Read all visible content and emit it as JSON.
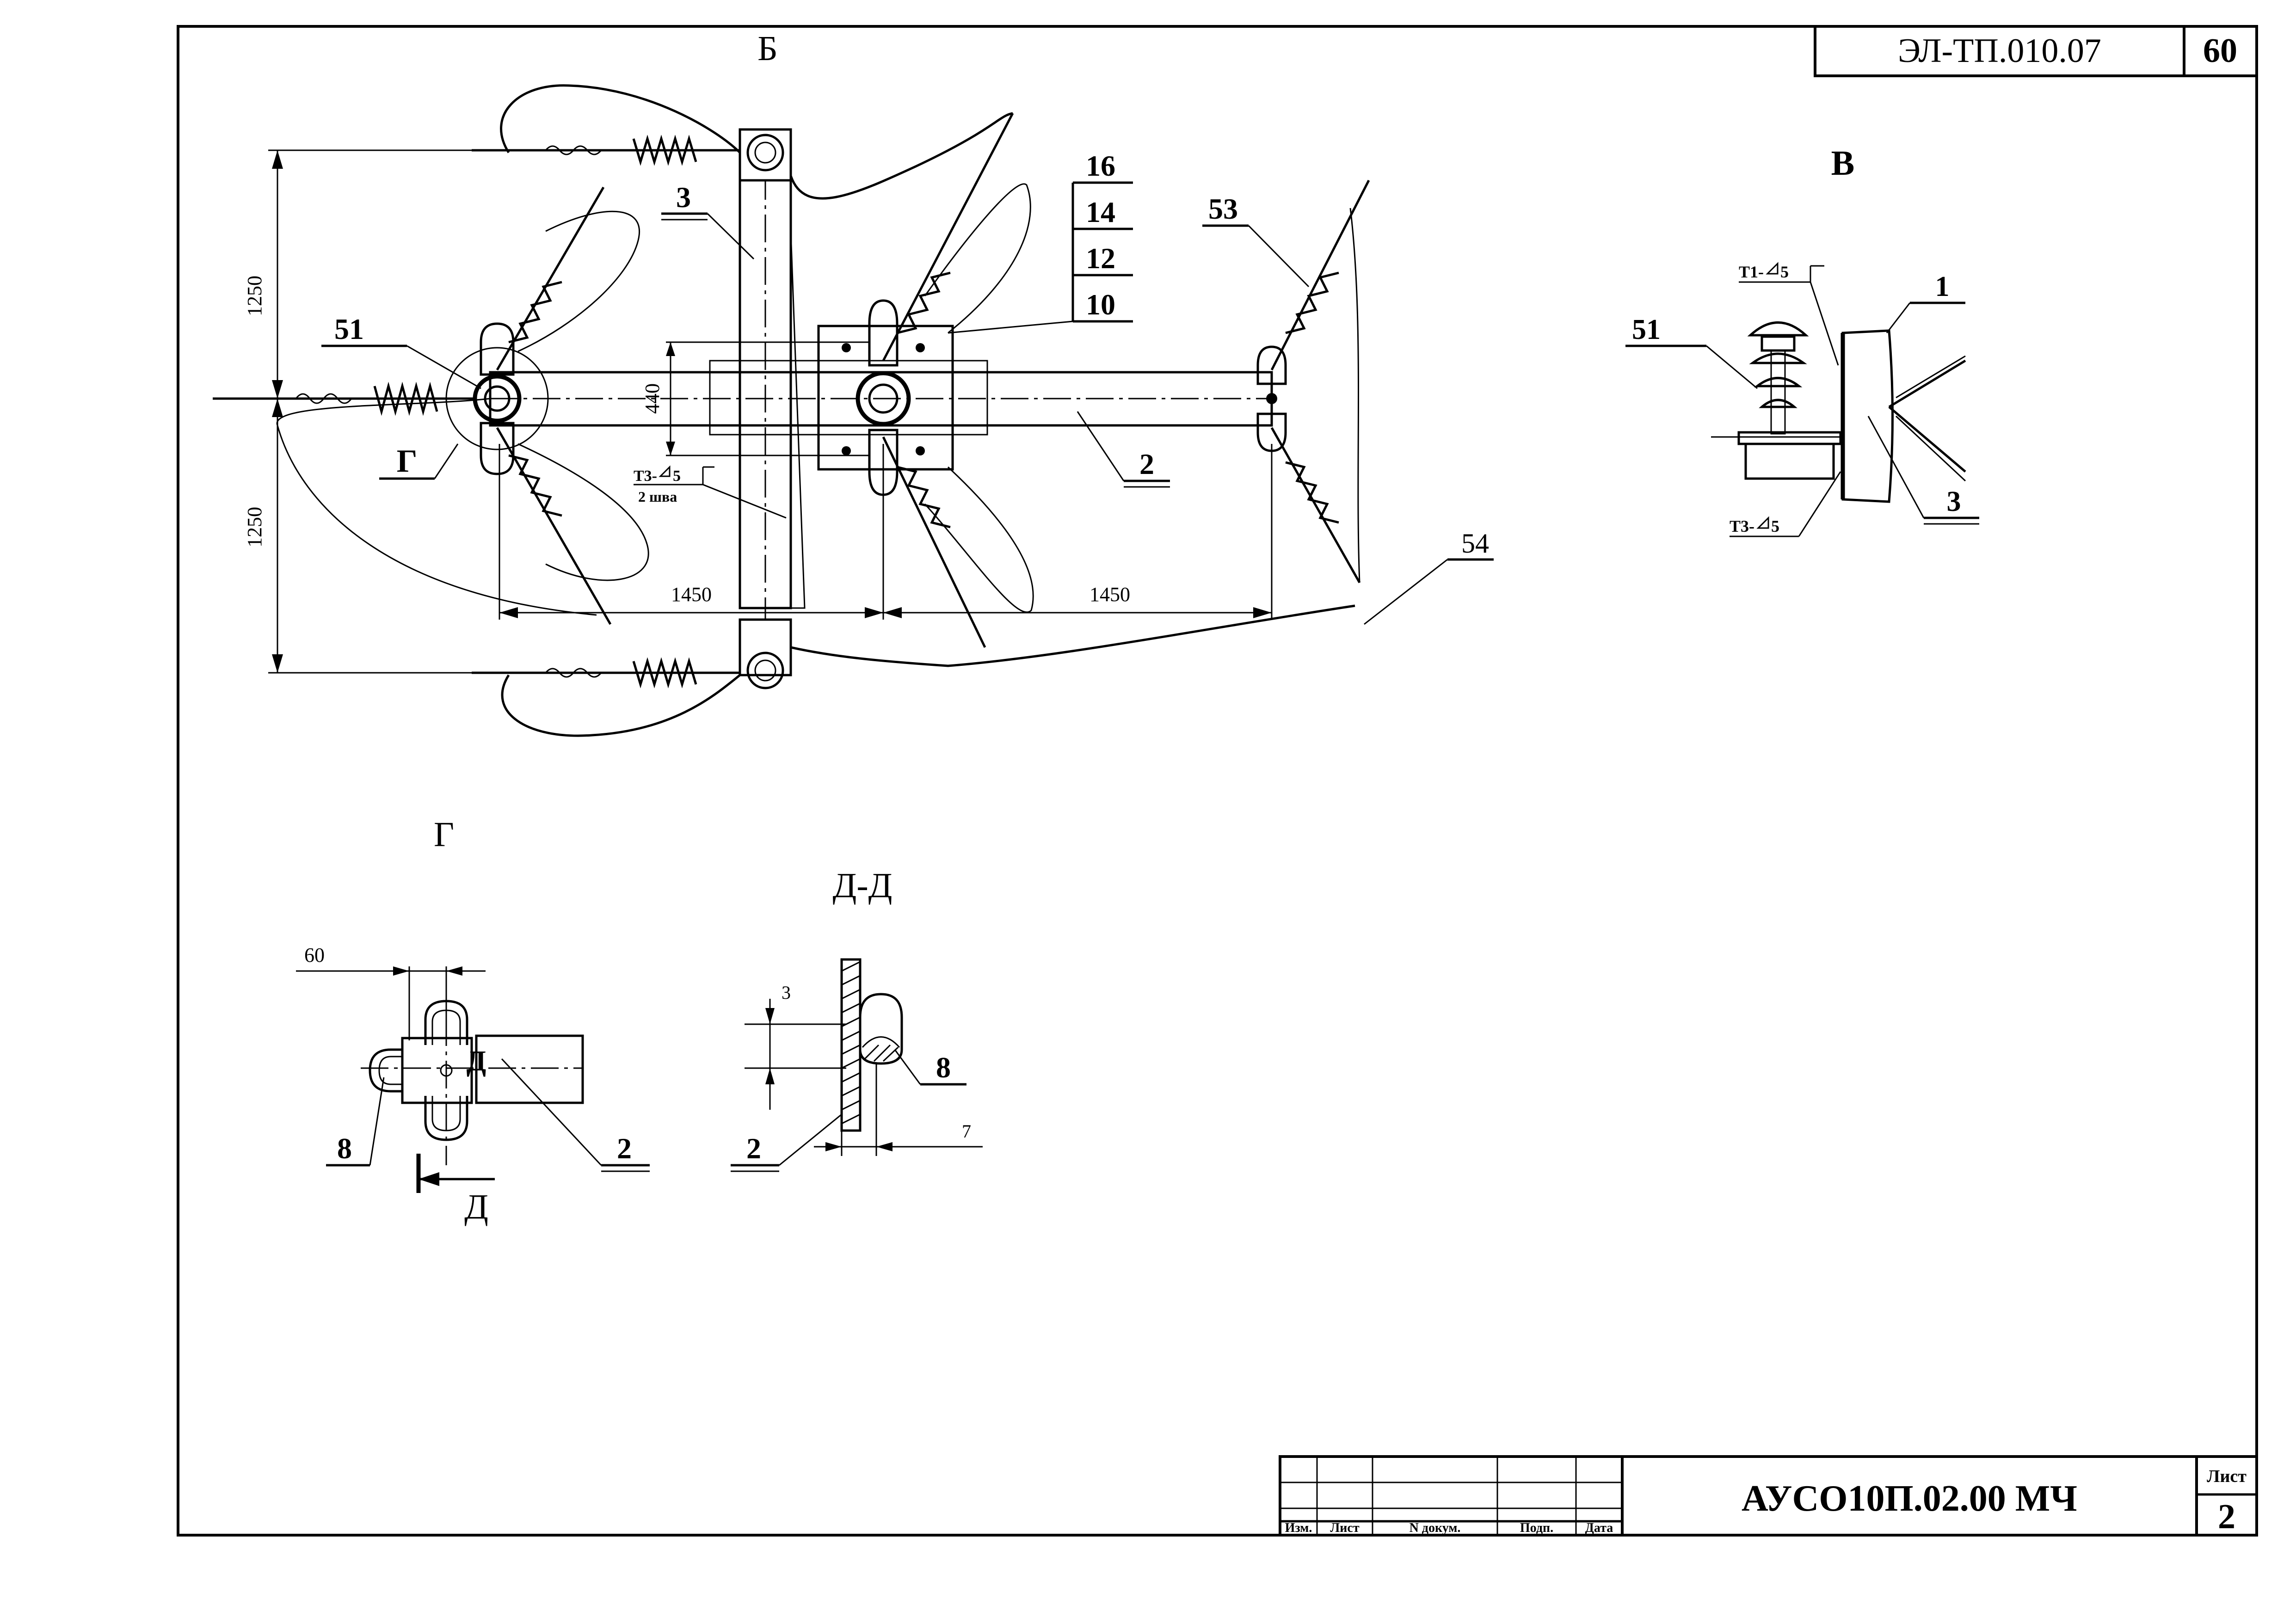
{
  "stamp": {
    "doc_code": "ЭЛ-ТП.010.07",
    "page_number": "60"
  },
  "title_block": {
    "designation": "АУСО10П.02.00 МЧ",
    "sheet_label": "Лист",
    "sheet_number": "2",
    "columns": [
      "Изм.",
      "Лист",
      "N докум.",
      "Подп.",
      "Дата"
    ]
  },
  "view_b": {
    "title": "Б",
    "dims": {
      "top_vertical": "1250",
      "bottom_vertical": "1250",
      "center_width": "440",
      "left_horizontal": "1450",
      "right_horizontal": "1450"
    },
    "callouts": [
      "3",
      "16",
      "14",
      "12",
      "10",
      "53",
      "51",
      "2",
      "54"
    ],
    "section_mark": "Г",
    "weld_label": "Т3-",
    "weld_size": "5",
    "weld_note": "2 шва"
  },
  "view_v": {
    "title": "В",
    "weld_top_label": "Т1-",
    "weld_top_size": "5",
    "weld_bottom_label": "Т3-",
    "weld_bottom_size": "5",
    "callouts": [
      "1",
      "51",
      "3"
    ]
  },
  "view_g": {
    "title": "Г",
    "dim": "60",
    "callouts": [
      "8",
      "2"
    ],
    "section_letter_inner": "Д",
    "section_letter": "Д"
  },
  "view_dd": {
    "title": "Д-Д",
    "dims": [
      "3",
      "7"
    ],
    "callouts": [
      "8",
      "2"
    ]
  }
}
